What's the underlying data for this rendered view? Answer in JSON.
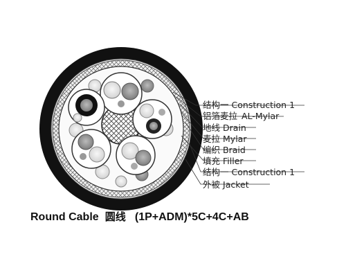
{
  "labels": [
    {
      "cn": "结构一",
      "en": "Construction 1"
    },
    {
      "cn": "铝箔麦拉",
      "en": "AL-Mylar"
    },
    {
      "cn": "地线",
      "en": "Drain"
    },
    {
      "cn": "麦拉",
      "en": "Mylar"
    },
    {
      "cn": "编织",
      "en": "Braid"
    },
    {
      "cn": "填充",
      "en": "Filler"
    },
    {
      "cn": "结构一",
      "en": "Construction 1"
    },
    {
      "cn": "外被",
      "en": "Jacket"
    }
  ],
  "caption": {
    "title": "Round Cable",
    "title_cn": "圆线",
    "formula": "(1P+ADM)*5C+4C+AB"
  },
  "colors": {
    "jacket": "#111111",
    "braid": "#bdbdbd",
    "filler": "#d8d8d8",
    "drain": "#8a8a8a",
    "conductor_light": "#e6e6e6"
  }
}
